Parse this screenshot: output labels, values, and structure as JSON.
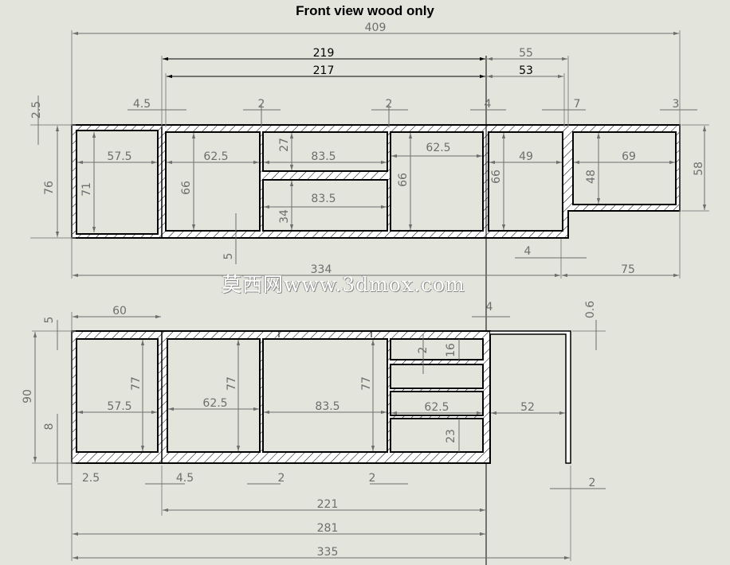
{
  "title": "Front view wood only",
  "watermark": "莫西网www.3dmox.com",
  "colors": {
    "background": "#e3e4dc",
    "outline": "#000000",
    "dimension": "#6e6e6e"
  },
  "top_view": {
    "dims": [
      "409",
      "219",
      "217",
      "55",
      "53",
      "2.5",
      "4.5",
      "2",
      "2",
      "4",
      "7",
      "3",
      "76",
      "71",
      "57.5",
      "62.5",
      "66",
      "27",
      "83.5",
      "83.5",
      "34",
      "66",
      "62.5",
      "66",
      "49",
      "48",
      "69",
      "58",
      "5",
      "4",
      "334",
      "75"
    ]
  },
  "bottom_view": {
    "dims": [
      "60",
      "4",
      "0.6",
      "5",
      "90",
      "8",
      "77",
      "77",
      "77",
      "57.5",
      "62.5",
      "83.5",
      "2",
      "16",
      "62.5",
      "23",
      "52",
      "2.5",
      "4.5",
      "2",
      "2",
      "2",
      "221",
      "281",
      "335"
    ]
  }
}
